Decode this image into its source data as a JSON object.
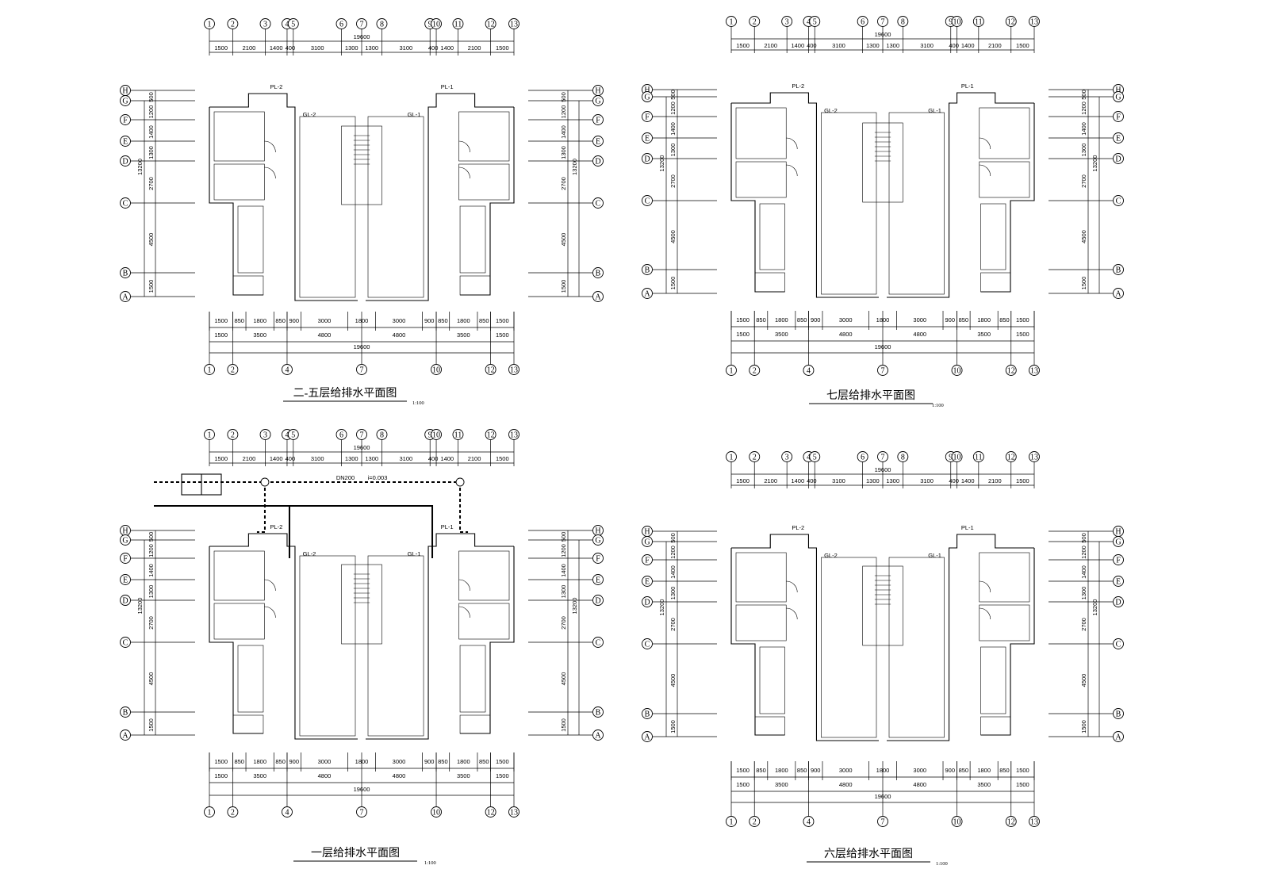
{
  "sheets": [
    {
      "id": "f25",
      "title": "二-五层给排水平面图",
      "scale": "1:100",
      "total_dim": "19600",
      "top_grid": [
        "1",
        "2",
        "3",
        "4",
        "5",
        "6",
        "7",
        "8",
        "9",
        "10",
        "11",
        "12",
        "13"
      ],
      "top_dims": [
        "1500",
        "2100",
        "1400",
        "400",
        "3100",
        "1300",
        "1300",
        "3100",
        "400",
        "1400",
        "2100",
        "1500"
      ],
      "bottom_grid": [
        "1",
        "2",
        "4",
        "7",
        "10",
        "12",
        "13"
      ],
      "bottom_dims1": [
        "1500",
        "850",
        "1800",
        "850",
        "900",
        "3000",
        "1800",
        "3000",
        "900",
        "850",
        "1800",
        "850",
        "1500"
      ],
      "bottom_dims2": [
        "1500",
        "3500",
        "4800",
        "4800",
        "3500",
        "1500"
      ],
      "row_grid": [
        "H",
        "G",
        "F",
        "E",
        "D",
        "C",
        "B",
        "A"
      ],
      "row_dims": [
        "500",
        "1200",
        "1400",
        "1300",
        "2700",
        "4500",
        "1500"
      ],
      "overall_row_dim": "13200",
      "tags": [
        "PL-2",
        "PL-1",
        "GL-2",
        "GL-1"
      ]
    },
    {
      "id": "f7",
      "title": "七层给排水平面图",
      "scale": "1:100",
      "total_dim": "19600",
      "top_grid": [
        "1",
        "2",
        "3",
        "4",
        "5",
        "6",
        "7",
        "8",
        "9",
        "10",
        "11",
        "12",
        "13"
      ],
      "top_dims": [
        "1500",
        "2100",
        "1400",
        "400",
        "3100",
        "1300",
        "1300",
        "3100",
        "400",
        "1400",
        "2100",
        "1500"
      ],
      "bottom_grid": [
        "1",
        "2",
        "4",
        "7",
        "10",
        "12",
        "13"
      ],
      "bottom_dims1": [
        "1500",
        "850",
        "1800",
        "850",
        "900",
        "3000",
        "1800",
        "3000",
        "900",
        "850",
        "1800",
        "850",
        "1500"
      ],
      "bottom_dims2": [
        "1500",
        "3500",
        "4800",
        "4800",
        "3500",
        "1500"
      ],
      "row_grid": [
        "H",
        "G",
        "F",
        "E",
        "D",
        "C",
        "B",
        "A"
      ],
      "row_dims": [
        "500",
        "1200",
        "1400",
        "1300",
        "2700",
        "4500",
        "1500"
      ],
      "overall_row_dim": "13200",
      "tags": [
        "PL-2",
        "PL-1",
        "GL-2",
        "GL-1"
      ]
    },
    {
      "id": "f1",
      "title": "一层给排水平面图",
      "scale": "1:100",
      "total_dim": "19600",
      "top_grid": [
        "1",
        "2",
        "3",
        "4",
        "5",
        "6",
        "7",
        "8",
        "9",
        "10",
        "11",
        "12",
        "13"
      ],
      "top_dims": [
        "1500",
        "2100",
        "1400",
        "400",
        "3100",
        "1300",
        "1300",
        "3100",
        "400",
        "1400",
        "2100",
        "1500"
      ],
      "bottom_grid": [
        "1",
        "2",
        "4",
        "7",
        "10",
        "12",
        "13"
      ],
      "bottom_dims1": [
        "1500",
        "850",
        "1800",
        "850",
        "900",
        "3000",
        "1800",
        "3000",
        "900",
        "850",
        "1800",
        "850",
        "1500"
      ],
      "bottom_dims2": [
        "1500",
        "3500",
        "4800",
        "4800",
        "3500",
        "1500"
      ],
      "row_grid": [
        "H",
        "G",
        "F",
        "E",
        "D",
        "C",
        "B",
        "A"
      ],
      "row_dims": [
        "500",
        "1200",
        "1400",
        "1300",
        "2700",
        "4500",
        "1500"
      ],
      "overall_row_dim": "13200",
      "tags": [
        "PL-2",
        "PL-1",
        "GL-2",
        "GL-1"
      ],
      "pipe_notes": [
        "DN200",
        "i=0.003"
      ]
    },
    {
      "id": "f6",
      "title": "六层给排水平面图",
      "scale": "1:100",
      "total_dim": "19600",
      "top_grid": [
        "1",
        "2",
        "3",
        "4",
        "5",
        "6",
        "7",
        "8",
        "9",
        "10",
        "11",
        "12",
        "13"
      ],
      "top_dims": [
        "1500",
        "2100",
        "1400",
        "400",
        "3100",
        "1300",
        "1300",
        "3100",
        "400",
        "1400",
        "2100",
        "1500"
      ],
      "bottom_grid": [
        "1",
        "2",
        "4",
        "7",
        "10",
        "12",
        "13"
      ],
      "bottom_dims1": [
        "1500",
        "850",
        "1800",
        "850",
        "900",
        "3000",
        "1800",
        "3000",
        "900",
        "850",
        "1800",
        "850",
        "1500"
      ],
      "bottom_dims2": [
        "1500",
        "3500",
        "4800",
        "4800",
        "3500",
        "1500"
      ],
      "row_grid": [
        "H",
        "G",
        "F",
        "E",
        "D",
        "C",
        "B",
        "A"
      ],
      "row_dims": [
        "500",
        "1200",
        "1400",
        "1300",
        "2700",
        "4500",
        "1500"
      ],
      "overall_row_dim": "13200",
      "tags": [
        "PL-2",
        "PL-1",
        "GL-2",
        "GL-1"
      ]
    }
  ]
}
